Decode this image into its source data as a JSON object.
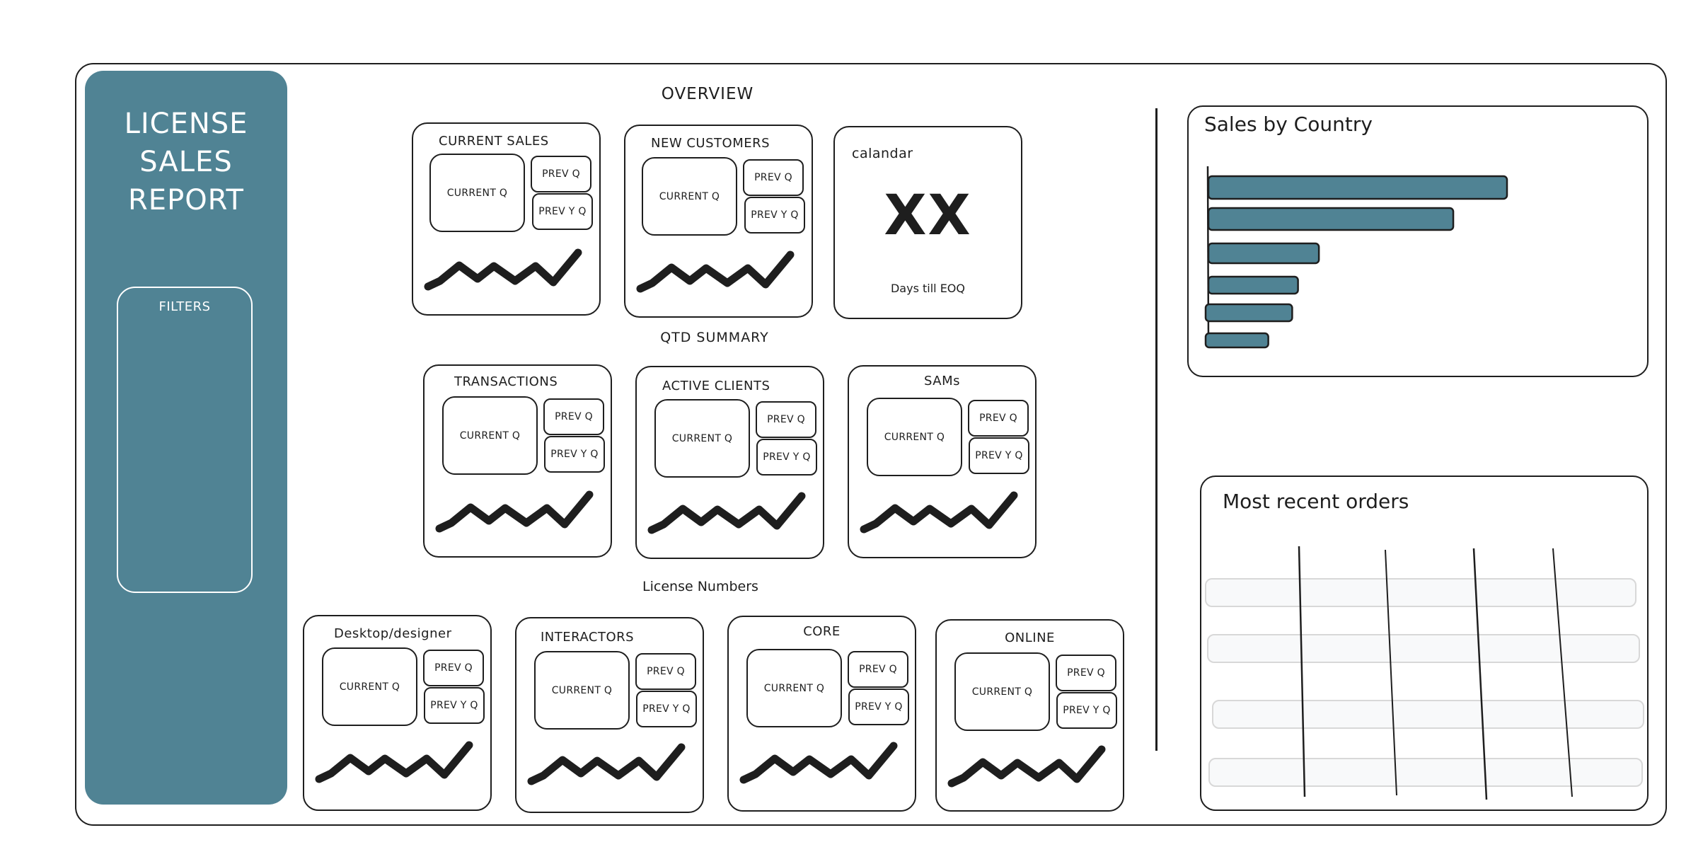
{
  "sidebar": {
    "title_lines": [
      "LICENSE",
      "SALES",
      "REPORT"
    ],
    "filters_label": "FILTERS"
  },
  "sections": {
    "overview": "OVERVIEW",
    "qtd_summary": "QTD SUMMARY",
    "license_numbers": "License Numbers"
  },
  "overview_cards": [
    {
      "title": "CURRENT SALES",
      "current": "CURRENT Q",
      "prev_q": "PREV Q",
      "prev_y_q": "PREV Y Q"
    },
    {
      "title": "NEW CUSTOMERS",
      "current": "CURRENT Q",
      "prev_q": "PREV Q",
      "prev_y_q": "PREV Y Q"
    }
  ],
  "calendar": {
    "title": "calandar",
    "value": "XX",
    "caption": "Days till EOQ"
  },
  "qtd_cards": [
    {
      "title": "TRANSACTIONS",
      "current": "CURRENT Q",
      "prev_q": "PREV Q",
      "prev_y_q": "PREV Y Q"
    },
    {
      "title": "ACTIVE CLIENTS",
      "current": "CURRENT Q",
      "prev_q": "PREV Q",
      "prev_y_q": "PREV Y Q"
    },
    {
      "title": "SAMs",
      "current": "CURRENT Q",
      "prev_q": "PREV Q",
      "prev_y_q": "PREV Y Q"
    }
  ],
  "license_cards": [
    {
      "title": "Desktop/designer",
      "current": "CURRENT Q",
      "prev_q": "PREV Q",
      "prev_y_q": "PREV Y Q"
    },
    {
      "title": "INTERACTORS",
      "current": "CURRENT Q",
      "prev_q": "PREV Q",
      "prev_y_q": "PREV Y Q"
    },
    {
      "title": "CORE",
      "current": "CURRENT Q",
      "prev_q": "PREV Q",
      "prev_y_q": "PREV Y Q"
    },
    {
      "title": "ONLINE",
      "current": "CURRENT Q",
      "prev_q": "PREV Q",
      "prev_y_q": "PREV Y Q"
    }
  ],
  "sales_by_country": {
    "title": "Sales by Country"
  },
  "recent_orders": {
    "title": "Most recent orders",
    "row_count": 4,
    "column_count": 5
  },
  "colors": {
    "accent": "#508394",
    "ink": "#1e1e1e",
    "row_fill": "#f8f9fa",
    "row_border": "#d8d8d8"
  },
  "chart_data": {
    "type": "bar",
    "orientation": "horizontal",
    "title": "Sales by Country",
    "categories": [
      "",
      "",
      "",
      "",
      "",
      ""
    ],
    "values": [
      100,
      82,
      37,
      30,
      29,
      21
    ],
    "xlabel": "",
    "ylabel": "",
    "xlim": [
      0,
      100
    ],
    "grid": false,
    "legend": "none"
  }
}
